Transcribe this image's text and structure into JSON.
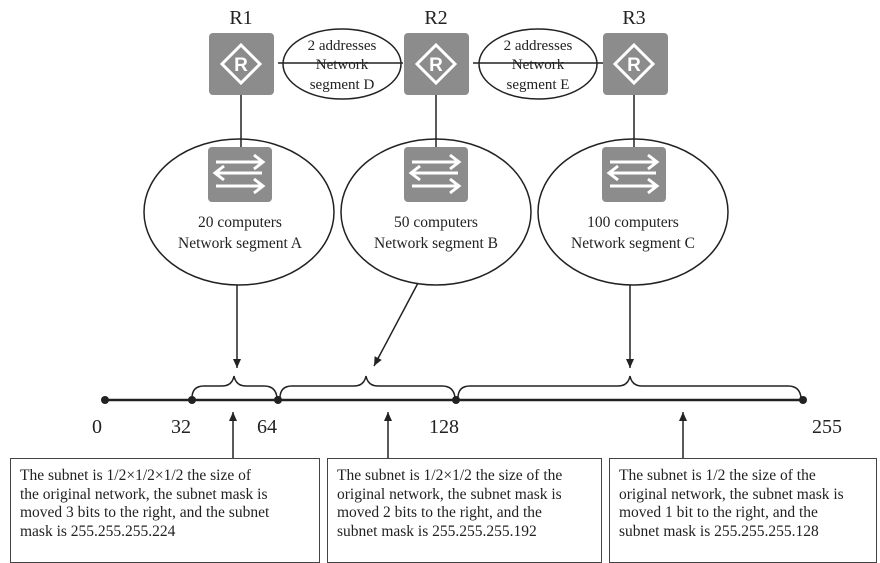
{
  "routers": [
    {
      "id": "R1",
      "label": "R1",
      "icon": "router-icon"
    },
    {
      "id": "R2",
      "label": "R2",
      "icon": "router-icon"
    },
    {
      "id": "R3",
      "label": "R3",
      "icon": "router-icon"
    }
  ],
  "links": [
    {
      "line1": "2 addresses",
      "line2": "Network",
      "line3": "segment D"
    },
    {
      "line1": "2 addresses",
      "line2": "Network",
      "line3": "segment E"
    }
  ],
  "segments": [
    {
      "count": "20 computers",
      "name": "Network segment A",
      "icon": "switch-icon"
    },
    {
      "count": "50 computers",
      "name": "Network segment B",
      "icon": "switch-icon"
    },
    {
      "count": "100 computers",
      "name": "Network segment C",
      "icon": "switch-icon"
    }
  ],
  "axis_ticks": [
    "0",
    "32",
    "64",
    "128",
    "255"
  ],
  "notes": [
    {
      "lines": [
        "The subnet is 1/2×1/2×1/2 the size of",
        "the original network, the subnet mask is",
        "moved 3 bits to the right, and the subnet",
        "mask is 255.255.255.224"
      ]
    },
    {
      "lines": [
        "The subnet is 1/2×1/2 the size of the",
        "original network, the subnet mask is",
        "moved 2 bits to the right, and the",
        "subnet mask is 255.255.255.192"
      ]
    },
    {
      "lines": [
        "The subnet is 1/2 the size of the",
        "original network, the subnet mask is",
        "moved 1 bit to the right, and the",
        "subnet mask is 255.255.255.128"
      ]
    }
  ],
  "colors": {
    "icon_fill": "#8c8c8c",
    "line": "#222222"
  }
}
